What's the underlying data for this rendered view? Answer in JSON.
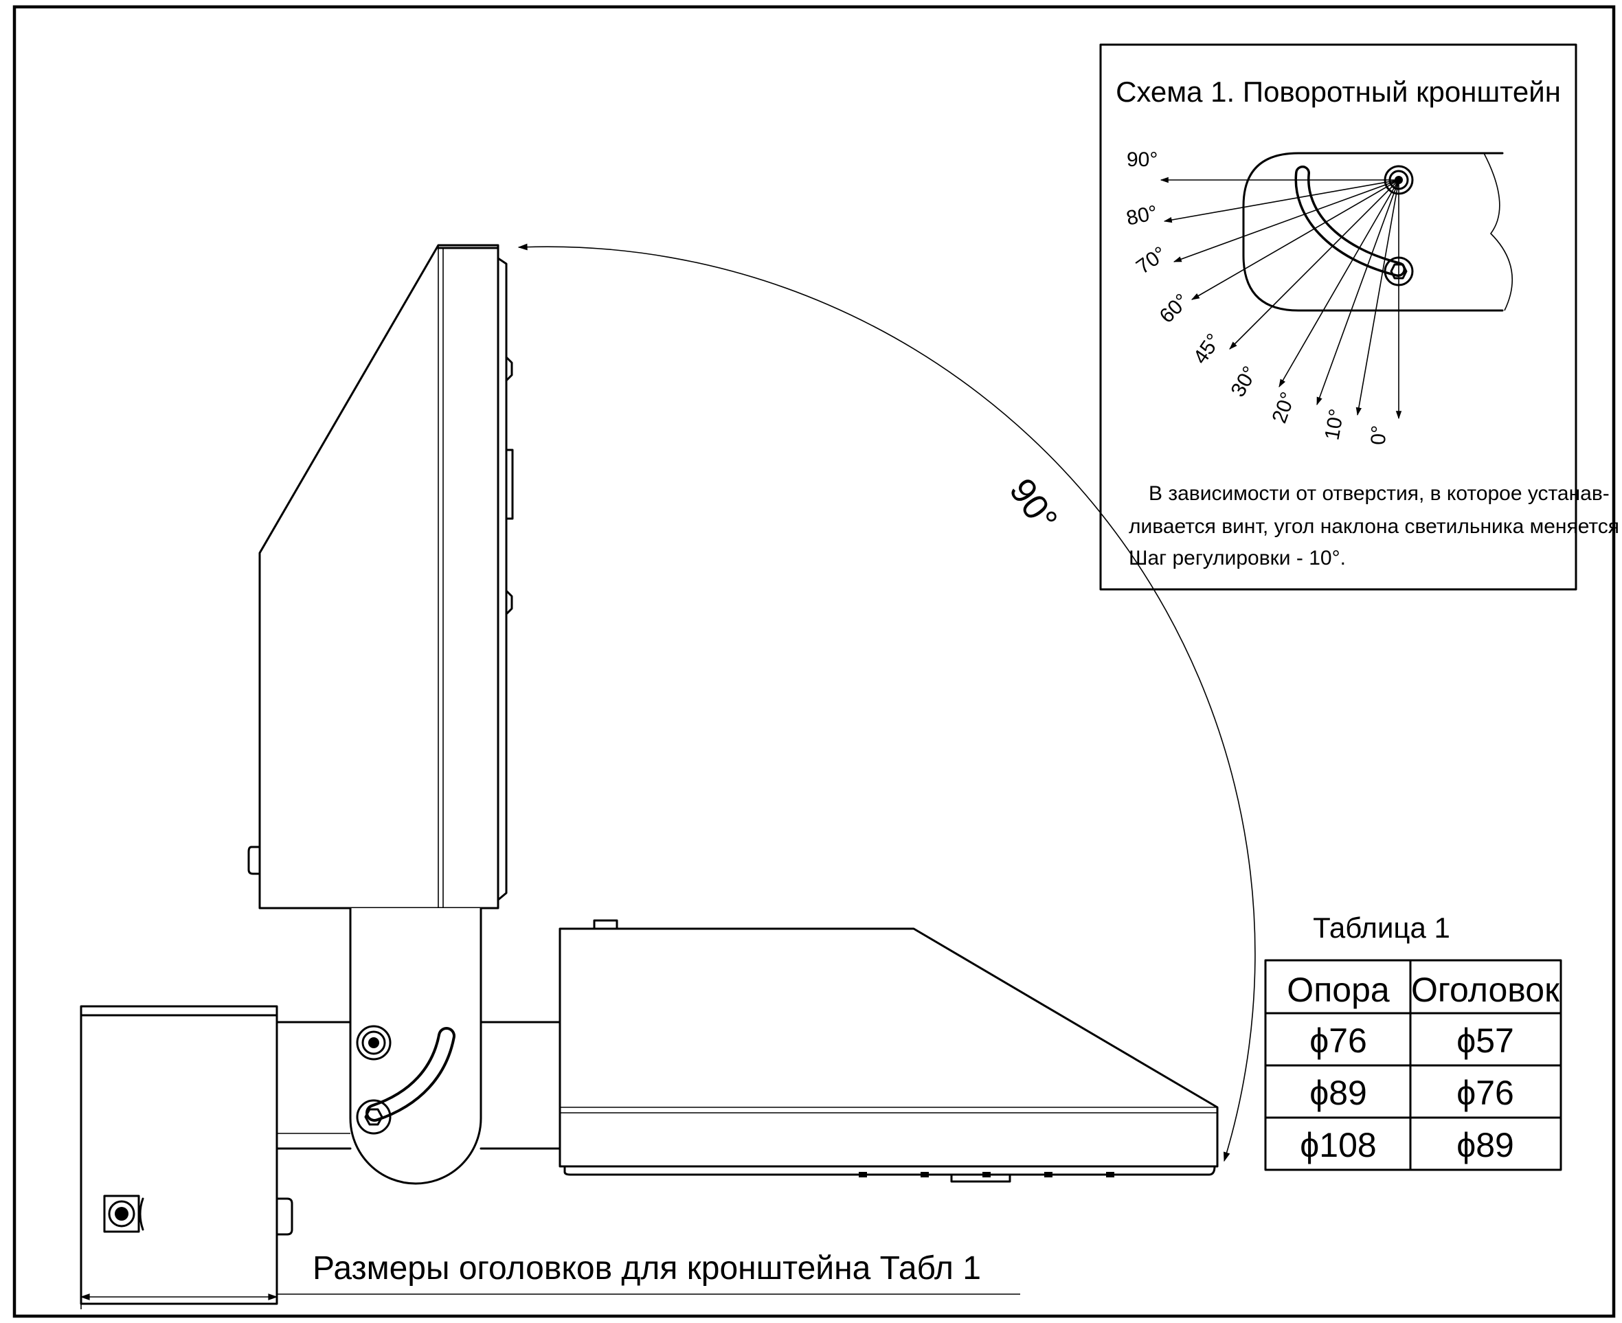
{
  "scheme": {
    "title": "Схема 1. Поворотный кронштейн",
    "angles": [
      "90°",
      "80°",
      "70°",
      "60°",
      "45°",
      "30°",
      "20°",
      "10°",
      "0°"
    ],
    "note_lines": [
      "В зависимости от отверстия, в которое устанав-",
      "ливается винт, угол наклона светильника меняется",
      "Шаг регулировки - 10°."
    ]
  },
  "main": {
    "rotation_label": "90°",
    "caption": "Размеры оголовков для кронштейна Табл 1"
  },
  "table": {
    "title": "Таблица 1",
    "headers": [
      "Опора",
      "Оголовок"
    ],
    "rows": [
      [
        "ϕ76",
        "ϕ57"
      ],
      [
        "ϕ89",
        "ϕ76"
      ],
      [
        "ϕ108",
        "ϕ89"
      ]
    ]
  }
}
